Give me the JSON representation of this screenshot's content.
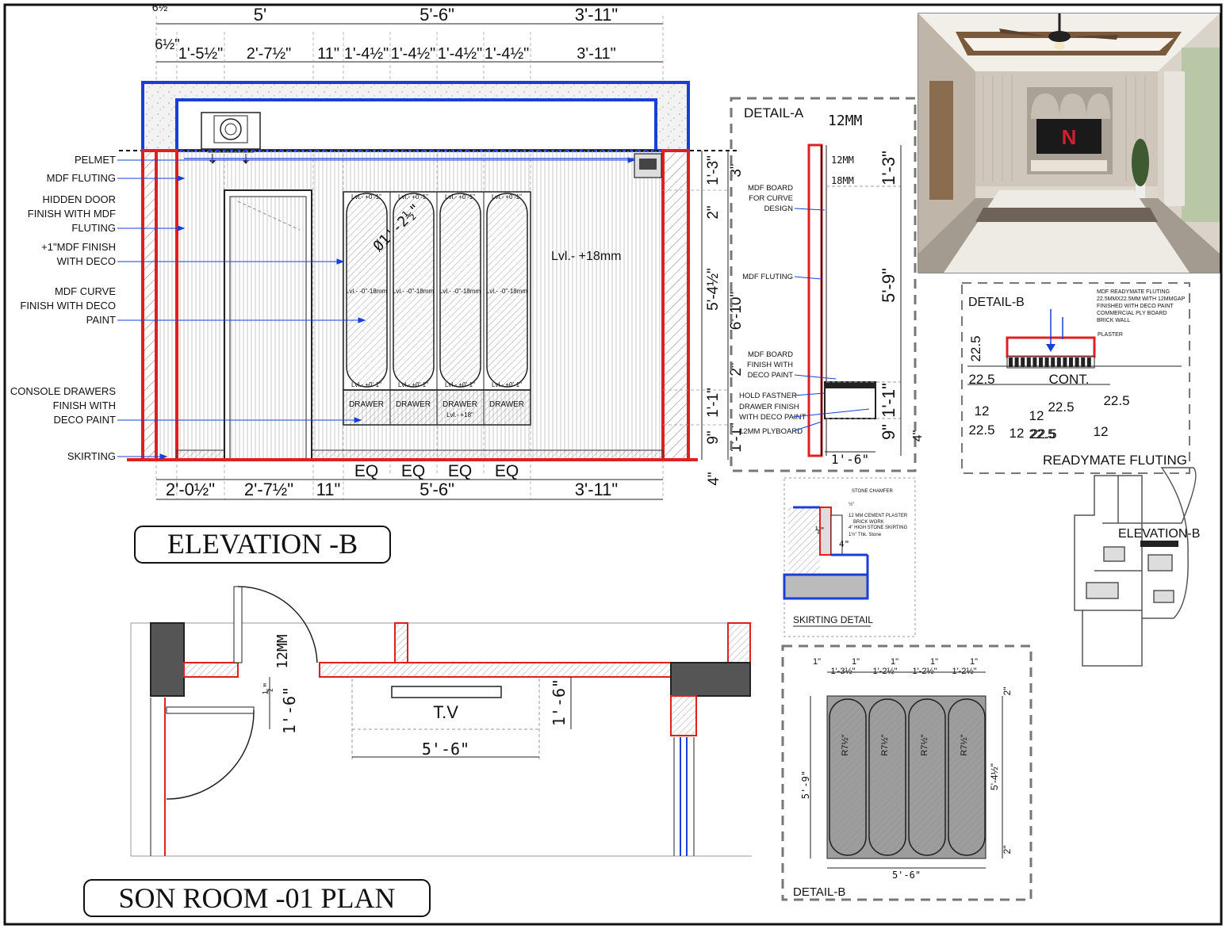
{
  "elevation": {
    "title": "ELEVATION -B",
    "top_dims_row1": [
      "6½\"",
      "5'",
      "5'-6\"",
      "3'-11\""
    ],
    "top_dims_row2": [
      "6½\"",
      "1'-5½\"",
      "2'-7½\"",
      "11\"",
      "1'-4½\"",
      "1'-4½\"",
      "1'-4½\"",
      "1'-4½\"",
      "3'-11\""
    ],
    "bottom_dims": [
      "2'-0½\"",
      "2'-7½\"",
      "11\"",
      "5'-6\"",
      "3'-11\""
    ],
    "eq_labels": [
      "EQ",
      "EQ",
      "EQ",
      "EQ"
    ],
    "right_dims": [
      "1'-3\"",
      "5'-4½\"",
      "6'-10\"",
      "2\"",
      "1'-1\"",
      "2\"",
      "9\"",
      "1'-1\"",
      "4\"",
      "3\""
    ],
    "callouts": [
      {
        "lines": [
          "PELMET"
        ]
      },
      {
        "lines": [
          "MDF FLUTING"
        ]
      },
      {
        "lines": [
          "HIDDEN DOOR",
          "FINISH WITH MDF",
          "FLUTING"
        ]
      },
      {
        "lines": [
          "+1\"MDF FINISH",
          "WITH DECO"
        ]
      },
      {
        "lines": [
          "MDF CURVE",
          "FINISH WITH DECO",
          "PAINT"
        ]
      },
      {
        "lines": [
          "CONSOLE DRAWERS",
          "FINISH WITH",
          "DECO PAINT"
        ]
      },
      {
        "lines": [
          "SKIRTING"
        ]
      }
    ],
    "level_main": "Lvl.- +18mm",
    "arch_dia": "Ø1'-2½\"",
    "arch_top_levels": [
      "Lvl.- +0'-1\"",
      "Lvl.- +0'-1\"",
      "Lvl.- +0'-1\"",
      "Lvl.- +0'-1\""
    ],
    "arch_mid_levels": [
      "Lvl.- -0\"-18mm",
      "Lvl.- -0\"-18mm",
      "Lvl.- -0\"-18mm",
      "Lvl.- -0\"-18mm"
    ],
    "arch_bottom_levels": [
      "Lvl.- +0'-1\"",
      "Lvl.- +0'-1\"",
      "Lvl.- +0'-1\"",
      "Lvl.- +0'-1\""
    ],
    "drawers": [
      "DRAWER",
      "DRAWER",
      "DRAWER",
      "DRAWER"
    ],
    "drawer_sub": "Lvl.- +18\""
  },
  "detail_a": {
    "title": "DETAIL-A",
    "dim_top": "12MM",
    "dim_12": "12MM",
    "dim_18": "18MM",
    "labels": [
      {
        "lines": [
          "MDF BOARD",
          "FOR CURVE",
          "DESIGN"
        ]
      },
      {
        "lines": [
          "MDF FLUTING"
        ]
      },
      {
        "lines": [
          "MDF BOARD",
          "FINISH WITH",
          "DECO PAINT"
        ]
      },
      {
        "lines": [
          "HOLD FASTNER"
        ]
      },
      {
        "lines": [
          "DRAWER FINISH",
          "WITH DECO PAINT"
        ]
      },
      {
        "lines": [
          "12MM PLYBOARD"
        ]
      }
    ],
    "right_dims": [
      "1'-3\"",
      "5'-9\"",
      "1'-1\"",
      "9\"",
      "4\""
    ],
    "bottom_dim": "1'-6\""
  },
  "detail_b_top": {
    "title": "DETAIL-B",
    "notes": [
      "MDF READYMATE  FLUTING",
      "22.5MMX22.5MM WITH 12MMGAP",
      "FINISHED  WITH  DECO PAINT",
      "COMMERCIAL PLY BOARD",
      "BRICK WALL",
      "PLASTER"
    ],
    "dims": [
      "22.5",
      "22.5",
      "CONT.",
      "12",
      "22.5",
      "12",
      "22.5",
      "22.5",
      "12",
      "22.5",
      "12",
      "22.5"
    ],
    "caption": "READYMATE  FLUTING"
  },
  "skirting": {
    "title": "SKIRTING DETAIL",
    "notes": [
      "STONE CHAMFER",
      "½\"",
      "12 MM  CEMENT PLASTER",
      "BRICK WORK",
      "4\" HIGH STONE  SKIRTING",
      "1½\" Thk. Stone"
    ],
    "dims": [
      "½\"",
      "4\""
    ]
  },
  "detail_b_bottom": {
    "title": "DETAIL-B",
    "top_dims": [
      "1\"",
      "1'-3½\"",
      "1\"",
      "1'-2½\"",
      "1\"",
      "1'-2½\"",
      "1\"",
      "1'-2½\"",
      "1\""
    ],
    "radius_labels": [
      "R7½\"",
      "R7½\"",
      "R7½\"",
      "R7½\""
    ],
    "left_dim": "5'-9\"",
    "right_dims": [
      "2\"",
      "5'-4½\"",
      "2\""
    ],
    "bottom_dim": "5'-6\""
  },
  "key_plan": {
    "label": "ELEVATION-B"
  },
  "plan": {
    "title": "SON ROOM -01 PLAN",
    "tv": "T.V",
    "dim_12mm": "12MM",
    "dim_half": "½\"",
    "dims": [
      "1'-6\"",
      "1'-6\"",
      "5'-6\""
    ]
  },
  "colors": {
    "red": "#e02020",
    "blue": "#1a3fd8",
    "gray": "#8a8a8a",
    "dark": "#555555"
  }
}
